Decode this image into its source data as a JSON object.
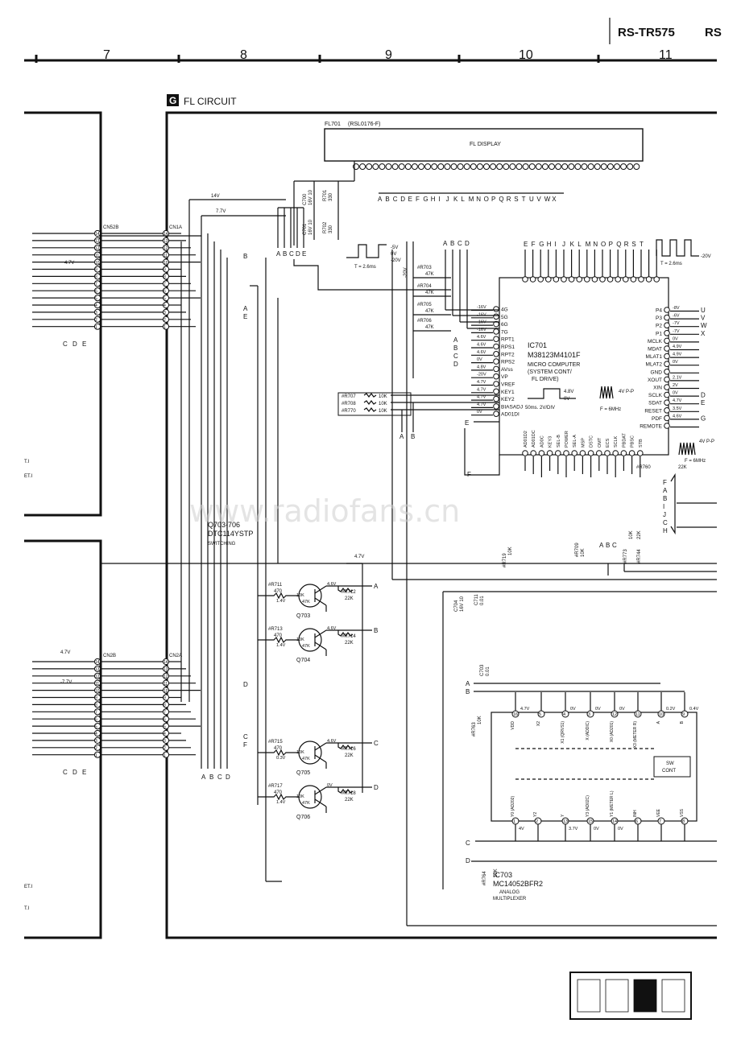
{
  "header": {
    "model": "RS-TR575",
    "model_cut": "RS"
  },
  "ruler": {
    "columns": [
      "7",
      "8",
      "9",
      "10",
      "11"
    ]
  },
  "section": {
    "letter": "G",
    "title": "FL CIRCUIT"
  },
  "watermark": "www.radiofans.cn",
  "fl_display": {
    "ref": "FL701",
    "part": "(RSL0176-F)",
    "label": "FL DISPLAY",
    "segments": [
      "A",
      "B",
      "C",
      "D",
      "E",
      "F",
      "G",
      "H",
      "I",
      "J",
      "K",
      "L",
      "M",
      "N",
      "O",
      "P",
      "Q",
      "R",
      "S",
      "T",
      "U",
      "V",
      "W",
      "X"
    ]
  },
  "connectors": {
    "cn52b": "CN52B",
    "cn1a": "CN1A",
    "cn2b": "CN2B",
    "cn2a": "CN2A",
    "upper_pins": [
      "14",
      "13",
      "12",
      "11",
      "10",
      "9",
      "8",
      "7",
      "6",
      "5",
      "4",
      "3",
      "2",
      "1"
    ],
    "lower_pins": [
      "14",
      "13",
      "12",
      "11",
      "10",
      "9",
      "8",
      "7",
      "6",
      "5",
      "4",
      "3",
      "2",
      "1"
    ],
    "cde": [
      "C",
      "D",
      "E"
    ],
    "abcd": [
      "A",
      "B",
      "C",
      "D"
    ],
    "v_4_7": "4.7V",
    "v_7_7": "7.7V",
    "v_14": "14V",
    "v_7_7b": "-7.7V",
    "left_t1": "T.I",
    "left_et": "ET.I"
  },
  "ic701": {
    "ref": "IC701",
    "part": "M38123M4101F",
    "desc1": "MICRO COMPUTER",
    "desc2": "(SYSTEM CONT/",
    "desc3": "FL DRIVE)",
    "left_pins": [
      "4G",
      "5G",
      "6G",
      "7G",
      "RPT1",
      "RPS1",
      "RPT2",
      "RPS2",
      "AVss",
      "VP",
      "VREF",
      "KEY1",
      "KEY2",
      "BIASADJ",
      "AD01DI"
    ],
    "left_volts": [
      "-16V",
      "-16V",
      "-16V",
      "-16V",
      "4.6V",
      "4.6V",
      "4.6V",
      "0V",
      "4.8V",
      "-20V",
      "4.7V",
      "4.7V",
      "4.7V",
      "4.7V",
      "0V"
    ],
    "right_pins": [
      "P4",
      "P3",
      "P2",
      "P1",
      "MCLK",
      "MDAT",
      "MLAT1",
      "MLAT2",
      "GND",
      "XOUT",
      "XIN",
      "SCLK",
      "SDAT",
      "RESET",
      "PDF",
      "REMOTE"
    ],
    "right_volts": [
      "-8V",
      "-6V",
      "-7V",
      "-7V",
      "0V",
      "4.9V",
      "4.9V",
      "0V",
      "",
      "2.1V",
      "2V",
      "0V",
      "4.7V",
      "3.5V",
      "4.6V",
      ""
    ],
    "right_io": [
      "U",
      "V",
      "W",
      "X",
      "",
      "",
      "",
      "",
      "",
      "",
      "",
      "D",
      "E",
      "",
      "G",
      ""
    ],
    "bottom_pins": [
      "AD01D2",
      "AD01DC",
      "AD0C",
      "KEY3",
      "SEL-B",
      "POWER",
      "SEL-A",
      "MSP",
      "DSTC",
      "OMT",
      "ECS",
      "SCLK",
      "PBDAT",
      "PBSC",
      "STB"
    ],
    "wave_a": "50ms. 2V/DIV",
    "wave_a_v": "4.8V",
    "wave_a_v0": "0V",
    "wave_b": "F = 6MHz",
    "wave_b_v": "4V P-P",
    "wave_c": "F = 6MHz",
    "wave_c_v": "4V P-P",
    "wave_t": "T = 2.6ms",
    "wave_t_v1": "-5V",
    "wave_t_v2": "0V",
    "wave_t_v3": "-20V",
    "wave_r_t": "T = 2.6ms",
    "wave_r_v": "-20V"
  },
  "resistors": {
    "r703": "#R703",
    "r703v": "47K",
    "r704": "#R704",
    "r704v": "47K",
    "r705": "#R705",
    "r705v": "47K",
    "r706": "#R706",
    "r706v": "47K",
    "r707": "#R707",
    "r708": "#R708",
    "r770": "#R770",
    "r_10k": "10K",
    "r760": "#R760",
    "r760v": "22K",
    "r719": "#R719",
    "r719v": "10K",
    "r709": "#R709",
    "r709v": "10K",
    "r773": "#R773",
    "r773v": "10K",
    "r744": "#R744",
    "r744v": "22K",
    "r701": "R701",
    "r701v": "330",
    "r702": "R702",
    "r702v": "330",
    "c700": "C700",
    "c700v": "16V 10",
    "c701": "C701",
    "c701v": "16V 10"
  },
  "transistors": {
    "title": "Q703-706",
    "part": "DTC114YSTP",
    "func": "SWITCHING",
    "v47": "4.7V",
    "items": [
      {
        "ref": "Q703",
        "rin": "#R711",
        "rv": "470",
        "vb": "1.4V",
        "vc": "4.6V",
        "rout": "#R712",
        "rov": "22K",
        "out": "A"
      },
      {
        "ref": "Q704",
        "rin": "#R713",
        "rv": "470",
        "vb": "1.4V",
        "vc": "4.6V",
        "rout": "#R714",
        "rov": "22K",
        "out": "B"
      },
      {
        "ref": "Q705",
        "rin": "#R715",
        "rv": "470",
        "vb": "0.3V",
        "vc": "4.6V",
        "rout": "#R716",
        "rov": "22K",
        "out": "C"
      },
      {
        "ref": "Q706",
        "rin": "#R717",
        "rv": "470",
        "vb": "1.4V",
        "vc": "0V",
        "rout": "#R718",
        "rov": "22K",
        "out": "D"
      }
    ],
    "r10k": "10K",
    "r47k": "47K"
  },
  "ic703": {
    "ref": "IC703",
    "part": "MC14052BFR2",
    "desc1": "ANALOG",
    "desc2": "MULTIPLEXER",
    "top_pins": [
      "16",
      "5",
      "4",
      "3",
      "12",
      "11",
      "10",
      "9"
    ],
    "top_labels": [
      "VDD",
      "X2",
      "X1 (QRVS1)",
      "X (ADDIC)",
      "X0 (AD201)",
      "X3 (METER R)",
      "A",
      "B"
    ],
    "top_volts": [
      "4.7V",
      "",
      "0V",
      "0V",
      "0V",
      "",
      "0.2V",
      "0.4V"
    ],
    "bottom_pins": [
      "1",
      "2",
      "13",
      "15",
      "14",
      "6",
      "7",
      "8"
    ],
    "bottom_labels": [
      "Y0 (AD202)",
      "Y2",
      "Y",
      "Y3 (AD02C)",
      "Y1 (METER L)",
      "INH",
      "VEE",
      "VSS"
    ],
    "bottom_volts": [
      "4V",
      "",
      "3.7V",
      "0V",
      "0V",
      "",
      "",
      ""
    ],
    "sw": "SW",
    "cont": "CONT",
    "r763": "#R763",
    "r763v": "10K",
    "r764": "#R764",
    "r764v": "10K",
    "c703": "C703",
    "c703v": "0.01",
    "c704": "C704",
    "c704v": "16V 10",
    "c711": "C711",
    "c711v": "0.01"
  },
  "legend_boxes": 4
}
